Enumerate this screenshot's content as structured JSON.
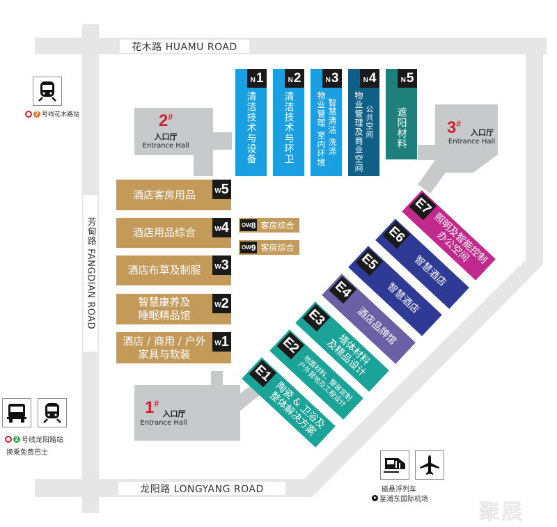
{
  "roads": {
    "north": "花木路  HUAMU ROAD",
    "west": "芳甸路  FANGDIAN ROAD",
    "south": "龙阳路  LONGYANG ROAD"
  },
  "colors": {
    "road": "#e6e6e6",
    "hall": "#c8c9cb",
    "w_zone": "#c49a5b",
    "n_light": "#1a9fe0",
    "n_dark": "#0f5f86",
    "n_teal": "#1e7f7b",
    "e_teal": "#1aa396",
    "e_purple": "#6b5fa6",
    "e_blue": "#2e3a94",
    "e_magenta": "#c02a8c",
    "hall_number": "#d0202e"
  },
  "halls": [
    {
      "number": "1",
      "mark": "#",
      "zh": "入口厅",
      "en": "Entrance Hall"
    },
    {
      "number": "2",
      "mark": "#",
      "zh": "入口厅",
      "en": "Entrance Hall"
    },
    {
      "number": "3",
      "mark": "#",
      "zh": "入口厅",
      "en": "Entrance Hall"
    }
  ],
  "north_zones": [
    {
      "prefix": "N",
      "num": "1",
      "lines": [
        "清洁技术与设备"
      ]
    },
    {
      "prefix": "N",
      "num": "2",
      "lines": [
        "清洁技术与环卫"
      ]
    },
    {
      "prefix": "N",
      "num": "3",
      "lines": [
        "智慧清洁 洗涤",
        "物业管理 室内环境"
      ]
    },
    {
      "prefix": "N",
      "num": "4",
      "lines": [
        "公共空间",
        "物业管理及商业空间"
      ]
    },
    {
      "prefix": "N",
      "num": "5",
      "lines": [
        "遮阳材料"
      ]
    }
  ],
  "west_zones": [
    {
      "prefix": "W",
      "num": "5",
      "lines": [
        "酒店客房用品"
      ]
    },
    {
      "prefix": "W",
      "num": "4",
      "lines": [
        "酒店用品综合"
      ]
    },
    {
      "prefix": "W",
      "num": "3",
      "lines": [
        "酒店布草及制服"
      ]
    },
    {
      "prefix": "W",
      "num": "2",
      "lines": [
        "智慧康养及",
        "睡眠精品馆"
      ]
    },
    {
      "prefix": "W",
      "num": "1",
      "lines": [
        "酒店 / 商用 / 户外",
        "家具与软装"
      ]
    }
  ],
  "ow_zones": [
    {
      "prefix": "OW",
      "num": "8",
      "label": "客房综合"
    },
    {
      "prefix": "OW",
      "num": "9",
      "label": "客房综合"
    }
  ],
  "east_zones": [
    {
      "label": "E1",
      "lines": [
        "陶瓷 & 卫浴及",
        "整体解决方案"
      ]
    },
    {
      "label": "E2",
      "lines": [
        "地面材料、整装定制",
        "户外营地及工程设计"
      ]
    },
    {
      "label": "E3",
      "lines": [
        "墙体材料",
        "及精品设计"
      ]
    },
    {
      "label": "E4",
      "lines": [
        "酒店品牌馆"
      ]
    },
    {
      "label": "E5",
      "lines": [
        "智慧酒店"
      ]
    },
    {
      "label": "E6",
      "lines": [
        "智慧酒店"
      ]
    },
    {
      "label": "E7",
      "lines": [
        "照明及智能控制",
        "办公空间"
      ]
    }
  ],
  "transit": {
    "huamu": {
      "icon": "metro-train-icon",
      "line": "7",
      "line_color": "#e8762b",
      "caption": "号线花木路站"
    },
    "longyang": {
      "icons": [
        "bus-icon",
        "metro-train-icon"
      ],
      "line": "2",
      "line_color": "#2aa84a",
      "caption": "号线龙阳路站",
      "caption2": "换乘免费巴士"
    },
    "maglev": {
      "icons": [
        "maglev-train-icon",
        "airplane-icon"
      ],
      "caption": "磁悬浮列车",
      "caption2": "至浦东国际机场"
    }
  },
  "watermark": "聚展"
}
